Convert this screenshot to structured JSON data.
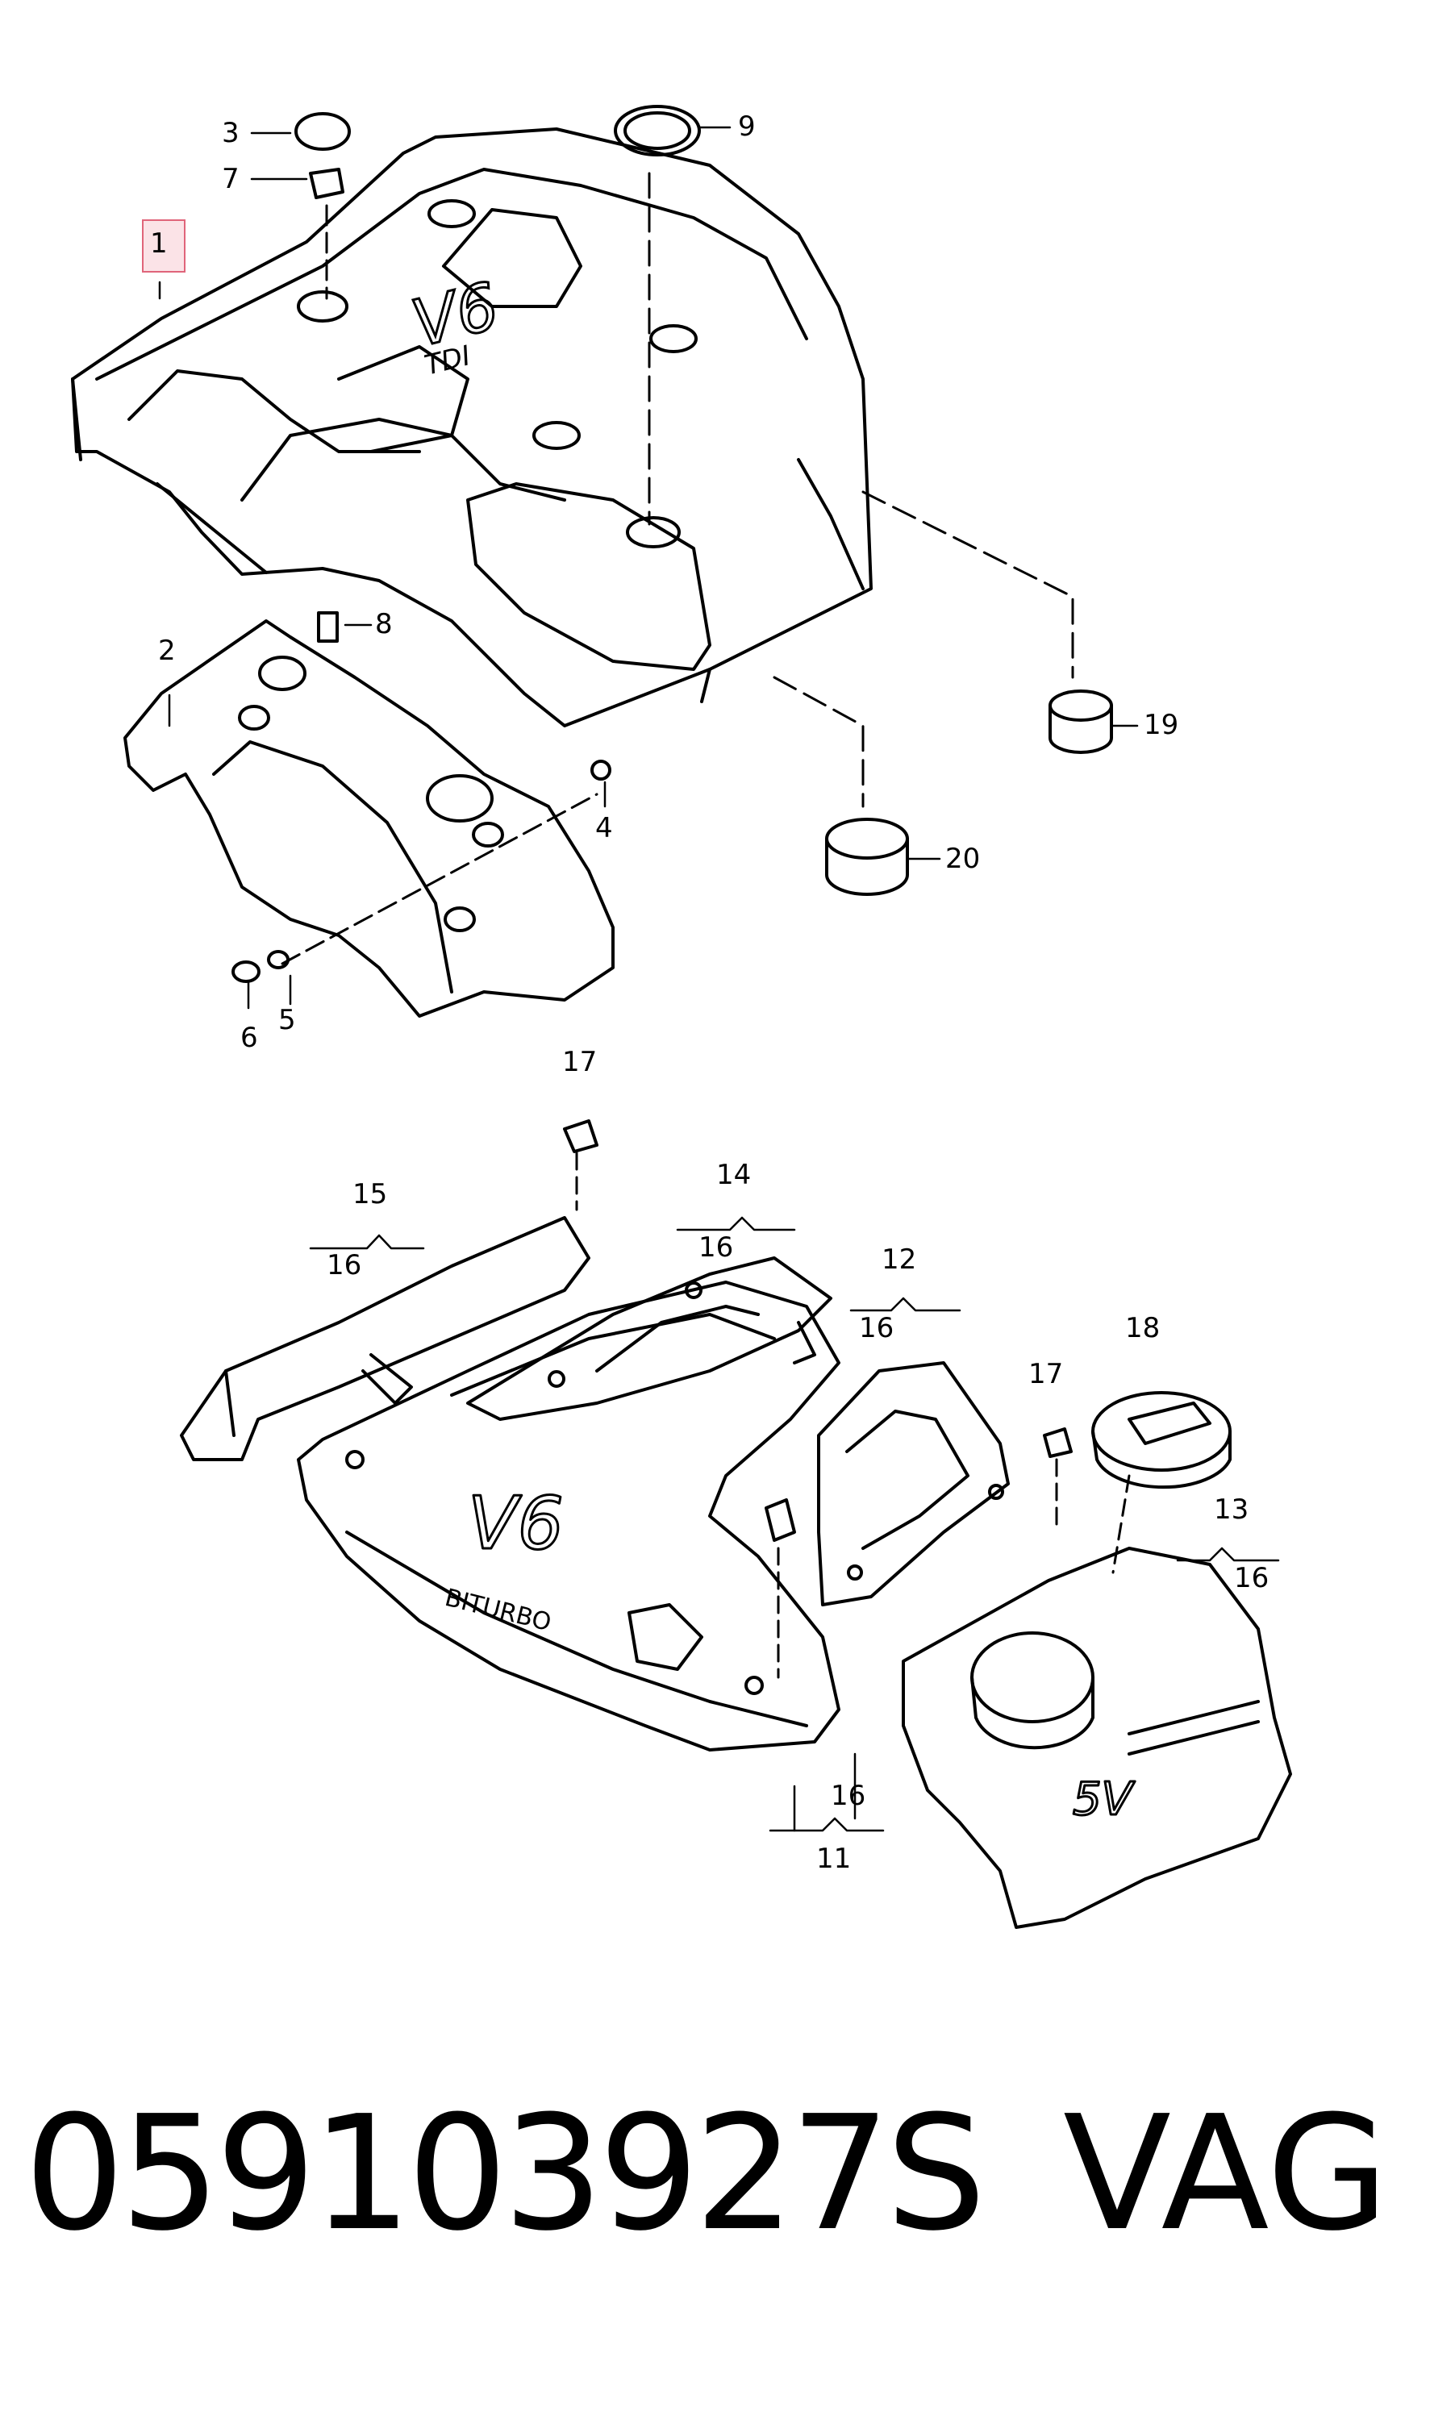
{
  "diagram": {
    "highlighted_callout": "1",
    "callouts": {
      "c1": "1",
      "c2": "2",
      "c3": "3",
      "c4": "4",
      "c5": "5",
      "c6": "6",
      "c7": "7",
      "c8": "8",
      "c9": "9",
      "c11": "11",
      "c12": "12",
      "c13": "13",
      "c14": "14",
      "c15": "15",
      "c16a": "16",
      "c16b": "16",
      "c16c": "16",
      "c16d": "16",
      "c16e": "16",
      "c17a": "17",
      "c17b": "17",
      "c18": "18",
      "c19": "19",
      "c20": "20"
    },
    "cover_texts": {
      "v6_top": "V6",
      "tdi": "TDI",
      "v6_bottom": "V6",
      "biturbo": "BITURBO",
      "fivev": "5V"
    }
  },
  "footer": {
    "part_number": "059103927S",
    "brand": "VAG"
  },
  "colors": {
    "line": "#000000",
    "highlight_fill": "#fbe3e7",
    "highlight_border": "#e0657a"
  }
}
